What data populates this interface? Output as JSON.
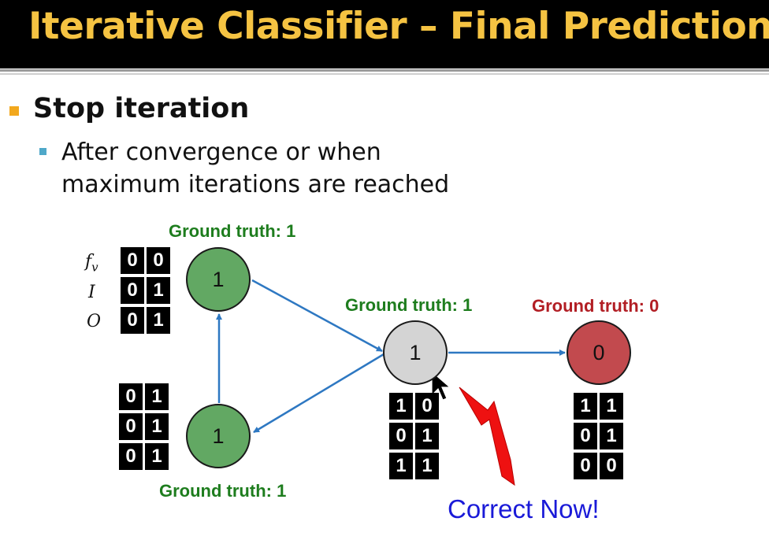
{
  "slide": {
    "title": "Iterative Classifier – Final Prediction",
    "bullet1": "Stop iteration",
    "bullet2": "After convergence or when maximum iterations are reached"
  },
  "diagram": {
    "row_labels": [
      "f_v",
      "I",
      "O"
    ],
    "ground_truths": {
      "node_a": "Ground truth: 1",
      "node_b": "Ground truth: 1",
      "node_c": "Ground truth: 1",
      "node_d": "Ground truth: 0"
    },
    "nodes": {
      "node_a": "1",
      "node_b": "1",
      "node_c": "1",
      "node_d": "0"
    },
    "matrices": {
      "node_a": [
        [
          "0",
          "0"
        ],
        [
          "0",
          "1"
        ],
        [
          "0",
          "1"
        ]
      ],
      "node_b": [
        [
          "0",
          "1"
        ],
        [
          "0",
          "1"
        ],
        [
          "0",
          "1"
        ]
      ],
      "node_c": [
        [
          "1",
          "0"
        ],
        [
          "0",
          "1"
        ],
        [
          "1",
          "1"
        ]
      ],
      "node_d": [
        [
          "1",
          "1"
        ],
        [
          "0",
          "1"
        ],
        [
          "0",
          "0"
        ]
      ]
    },
    "callout": "Correct Now!"
  },
  "colors": {
    "title": "#f5c342",
    "node_green": "#62a863",
    "node_gray": "#d4d4d4",
    "node_red": "#c24a4e",
    "edge": "#2e78c2",
    "arrow": "#ee1111",
    "callout": "#1a1ad8"
  },
  "icons": [
    "cursor-arrow-icon",
    "red-pointer-arrow-icon"
  ]
}
